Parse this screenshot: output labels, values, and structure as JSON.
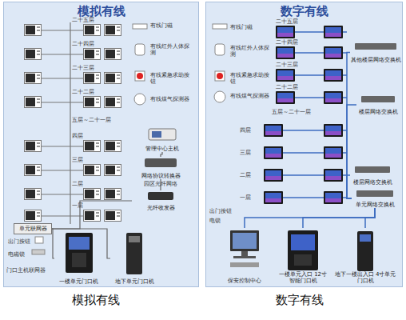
{
  "diagram": {
    "nodes": [
      {
        "text": [
          "模拟有线"
        ]
      },
      {
        "text": [
          "数字有线"
        ]
      },
      {
        "text": [
          "管理中心主机"
        ],
        "in": 0
      },
      {
        "text": [
          "网络协议转换器"
        ],
        "in": 0
      },
      {
        "text": [
          "光纤收发器"
        ],
        "in": 0
      },
      {
        "text": [
          "单元联网器"
        ],
        "in": 0
      },
      {
        "text": [
          "一楼单元门口机"
        ],
        "in": 0
      },
      {
        "text": [
          "地下单元门口机"
        ],
        "in": 0
      },
      {
        "text": [
          "其他楼层网络交换机"
        ],
        "in": 1
      },
      {
        "text": [
          "楼层网络交换机"
        ],
        "in": 1
      },
      {
        "text": [
          "楼层网络交换机"
        ],
        "in": 1
      },
      {
        "text": [
          "单元网络交换机"
        ],
        "in": 1
      },
      {
        "text": [
          "保安控制中心"
        ],
        "in": 1
      },
      {
        "text": [
          "一楼单元入口 12寸智能门口机"
        ],
        "in": 1
      },
      {
        "text": [
          "地下一楼出入口 4寸单元门口机"
        ],
        "in": 1
      }
    ],
    "edges": [
      {
        "from": 2,
        "to": 3,
        "arrow": "none"
      },
      {
        "from": 3,
        "to": 4,
        "arrow": "none"
      },
      {
        "from": 4,
        "to": 5,
        "arrow": "none"
      },
      {
        "from": 5,
        "to": 6,
        "arrow": "none"
      },
      {
        "from": 5,
        "to": 7,
        "arrow": "none"
      },
      {
        "from": 8,
        "to": 11,
        "arrow": "none"
      },
      {
        "from": 9,
        "to": 11,
        "arrow": "none"
      },
      {
        "from": 10,
        "to": 11,
        "arrow": "none"
      },
      {
        "from": 11,
        "to": 12,
        "arrow": "none"
      },
      {
        "from": 11,
        "to": 13,
        "arrow": "none"
      },
      {
        "from": 11,
        "to": 14,
        "arrow": "none"
      }
    ],
    "labels": [
      "二十五层",
      "二十四层",
      "二十三层",
      "二十二层",
      "五层～二十一层",
      "四层",
      "三层",
      "二层",
      "一层",
      "有线门磁",
      "有线红外人体探测",
      "有线紧急求助按钮",
      "有线煤气探测器",
      "园区光纤网络",
      "出门按钮",
      "电磁锁",
      "门口主机联网器",
      "二十五层",
      "二十四层",
      "二十三层",
      "二十二层",
      "五层～二十一层",
      "四层",
      "三层",
      "二层",
      "一层",
      "有线门磁",
      "有线红外人体探测",
      "有线紧急求助按钮",
      "有线煤气探测器",
      "出门按钮",
      "电锁",
      "模拟有线",
      "数字有线"
    ]
  }
}
